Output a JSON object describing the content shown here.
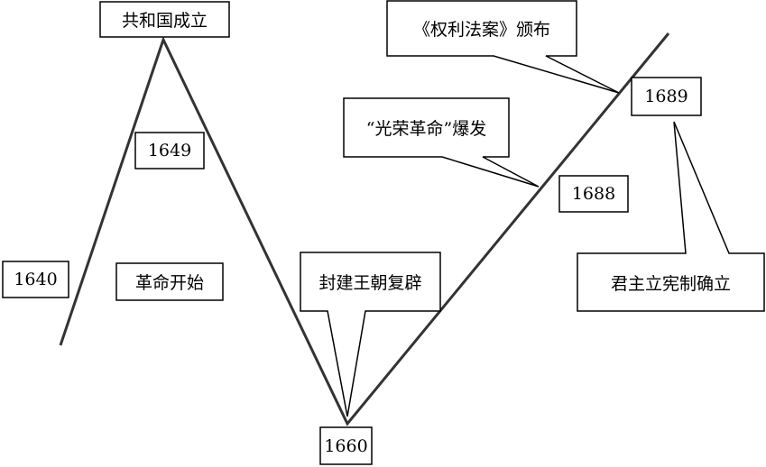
{
  "events": {
    "republic": "共和国成立",
    "revolution_start": "革命开始",
    "restoration": "封建王朝复辟",
    "glorious_revolution": "“光荣革命”爆发",
    "bill_of_rights": "《权利法案》颁布",
    "constitutional_monarchy": "君主立宪制确立"
  },
  "years": {
    "y1640": "1640",
    "y1649": "1649",
    "y1660": "1660",
    "y1688": "1688",
    "y1689": "1689"
  }
}
